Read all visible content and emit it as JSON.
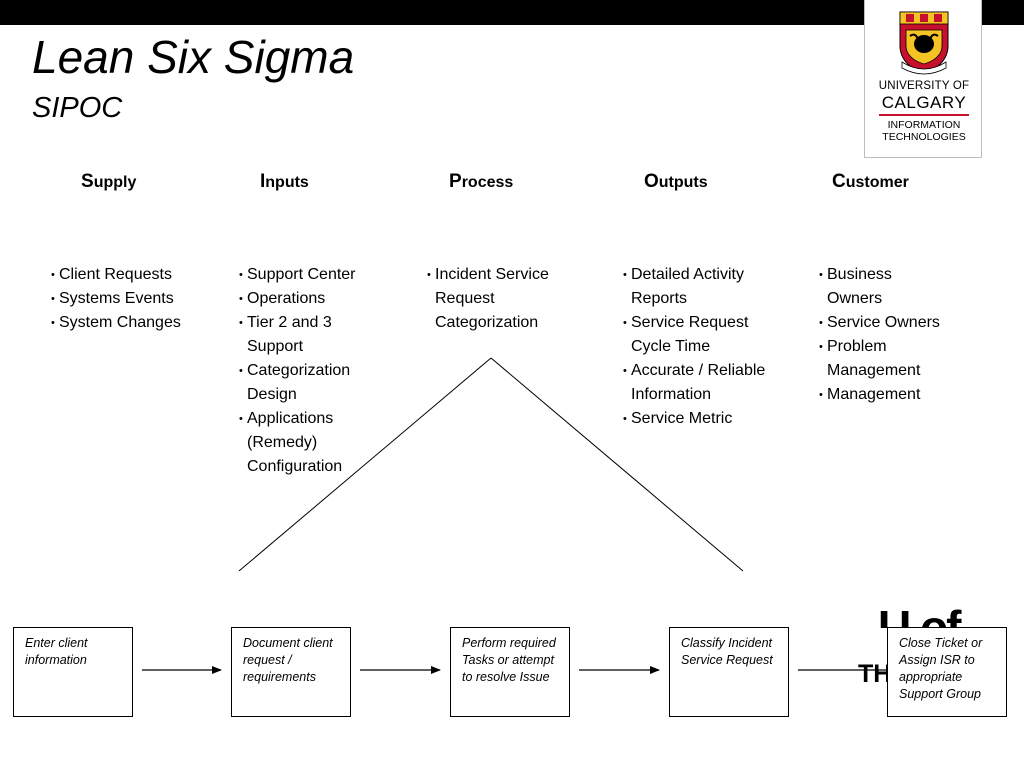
{
  "slide": {
    "title": "Lean Six Sigma",
    "subtitle": "SIPOC"
  },
  "logo": {
    "line1": "UNIVERSITY OF",
    "line2": "CALGARY",
    "line3": "INFORMATION",
    "line4": "TECHNOLOGIES",
    "colors": {
      "red": "#c8102e",
      "gold": "#f6c324",
      "black": "#000000"
    }
  },
  "sipoc": {
    "supply": {
      "initial": "S",
      "rest": "upply",
      "items": [
        "Client Requests",
        "Systems Events",
        "System Changes"
      ]
    },
    "inputs": {
      "initial": "I",
      "rest": "nputs",
      "items": [
        "Support Center",
        "Operations",
        "Tier 2 and 3 Support",
        "Categorization Design",
        "Applications (Remedy) Configuration"
      ]
    },
    "process": {
      "initial": "P",
      "rest": "rocess",
      "items": [
        "Incident Service Request Categorization"
      ]
    },
    "outputs": {
      "initial": "O",
      "rest": "utputs",
      "items": [
        "Detailed Activity Reports",
        "Service Request Cycle Time",
        "Accurate / Reliable Information",
        "Service Metric"
      ]
    },
    "customer": {
      "initial": "C",
      "rest": "ustomer",
      "items": [
        "Business Owners",
        "Service Owners",
        "Problem Management",
        "Management"
      ]
    }
  },
  "process_steps": [
    "Enter client information",
    "Document client request / requirements",
    "Perform required Tasks or attempt to resolve Issue",
    "Classify Incident Service Request",
    "Close Ticket or Assign ISR to appropriate Support Group"
  ],
  "watermark": {
    "top": "U of C",
    "bottom": "TH"
  }
}
